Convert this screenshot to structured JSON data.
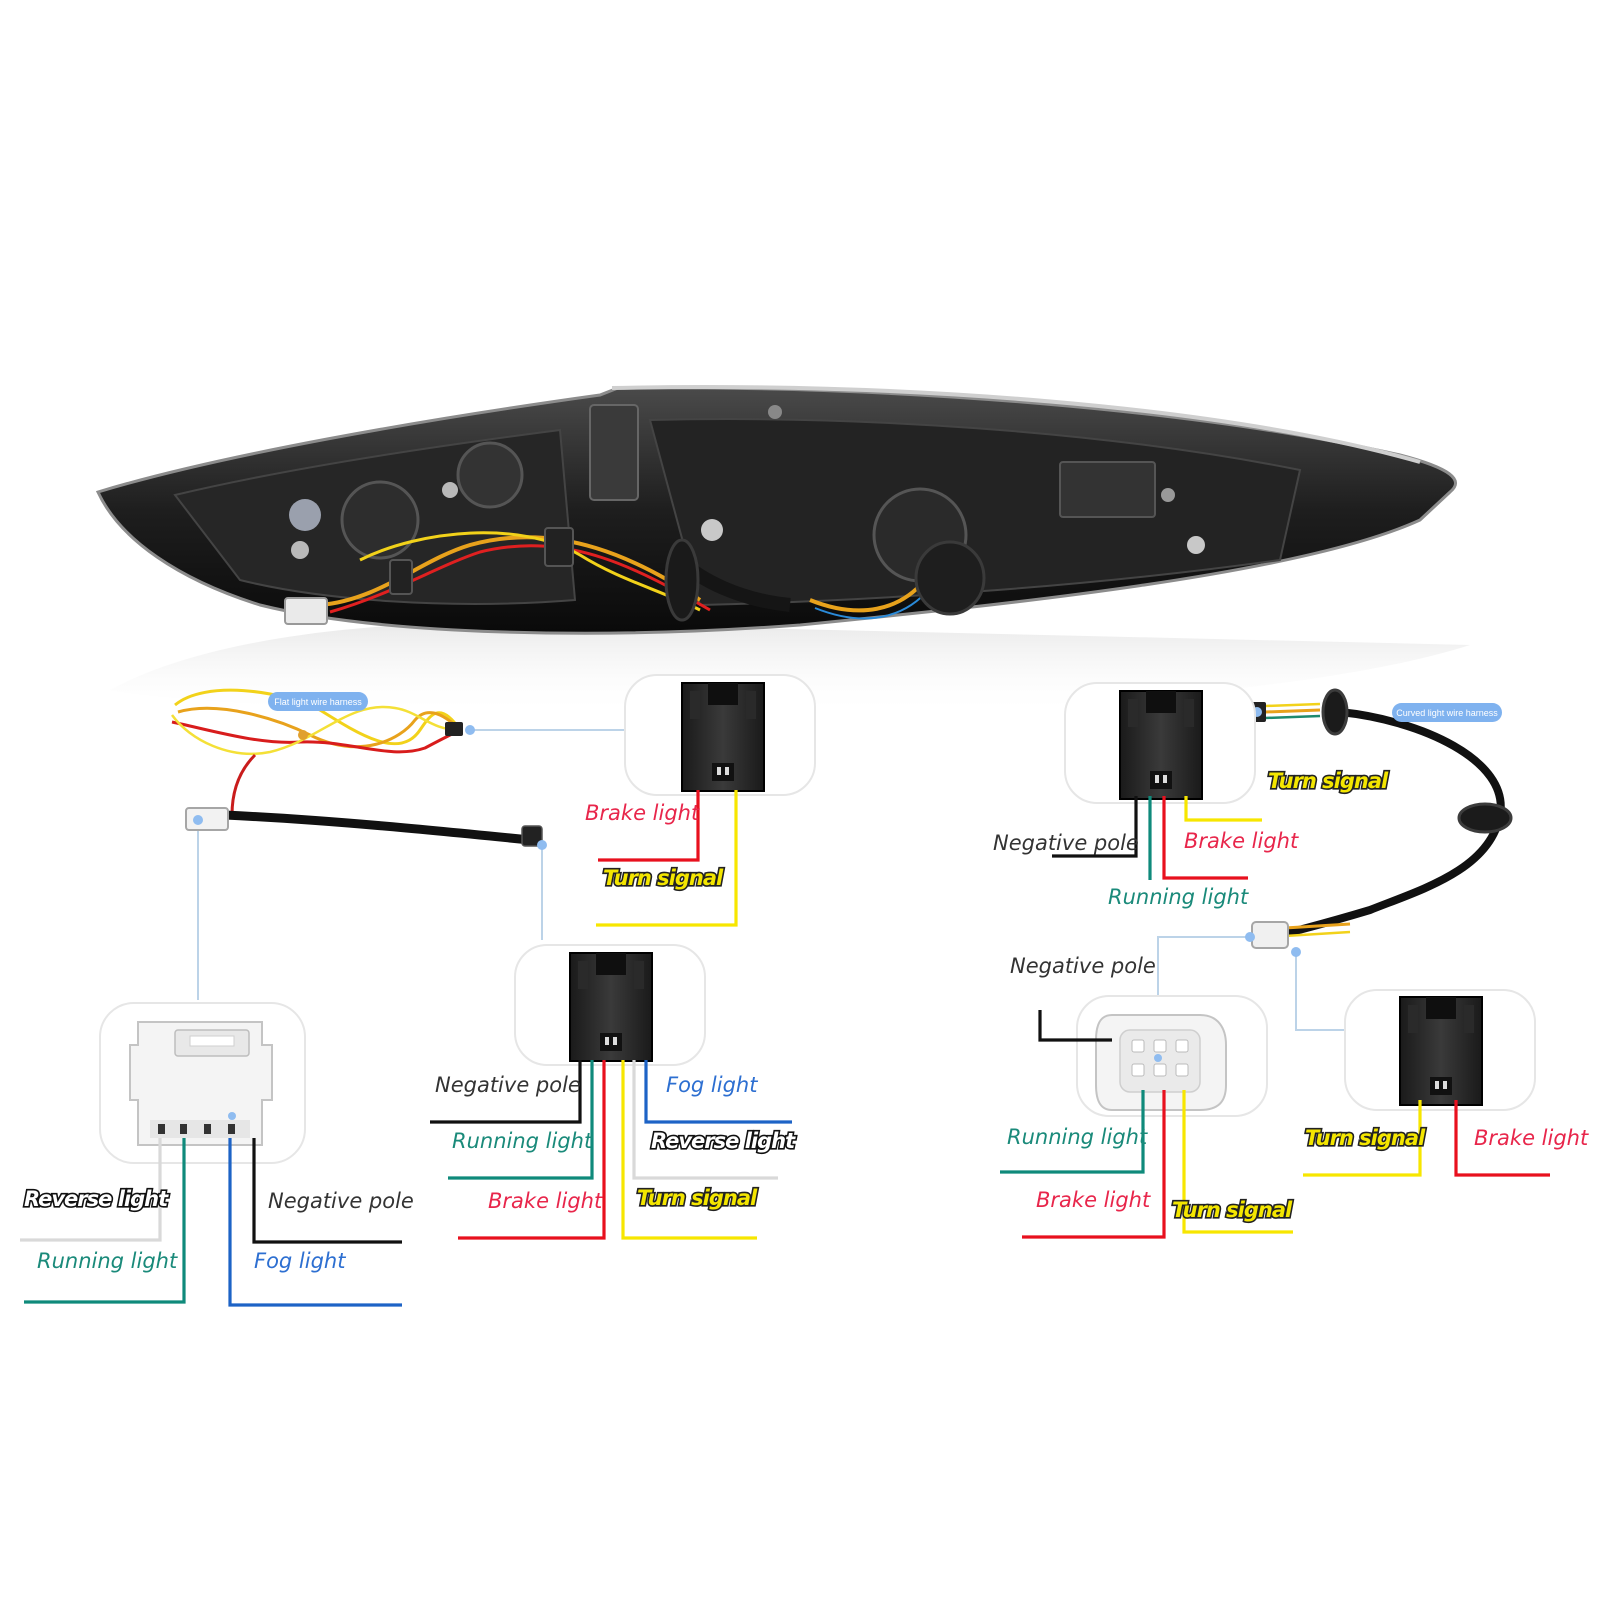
{
  "colors": {
    "brake": "#e8101e",
    "turn": "#f7e600",
    "running": "#0f8a7b",
    "negative": "#111111",
    "fog": "#1d63c6",
    "reverse": "#d9d9d9",
    "guide": "#bcd3e8",
    "pill": "#7fb2ef"
  },
  "left_harness": {
    "pill": "Flat light wire harness",
    "top_connector": {
      "labels": {
        "brake": "Brake light",
        "turn": "Turn signal"
      }
    },
    "white_connector": {
      "labels": {
        "reverse": "Reverse light",
        "running": "Running light",
        "negative": "Negative pole",
        "fog": "Fog light"
      }
    },
    "mid_connector": {
      "labels": {
        "negative": "Negative pole",
        "running": "Running light",
        "brake": "Brake light",
        "fog": "Fog light",
        "reverse": "Reverse light",
        "turn": "Turn signal"
      }
    }
  },
  "right_harness": {
    "pill": "Curved light wire harness",
    "turn_label": "Turn signal",
    "top_connector": {
      "labels": {
        "negative": "Negative pole",
        "brake": "Brake light",
        "running": "Running light"
      }
    },
    "white_connector": {
      "labels": {
        "negative": "Negative pole",
        "running": "Running light",
        "brake": "Brake light",
        "turn": "Turn signal"
      }
    },
    "black_connector": {
      "labels": {
        "turn": "Turn signal",
        "brake": "Brake light"
      }
    }
  }
}
